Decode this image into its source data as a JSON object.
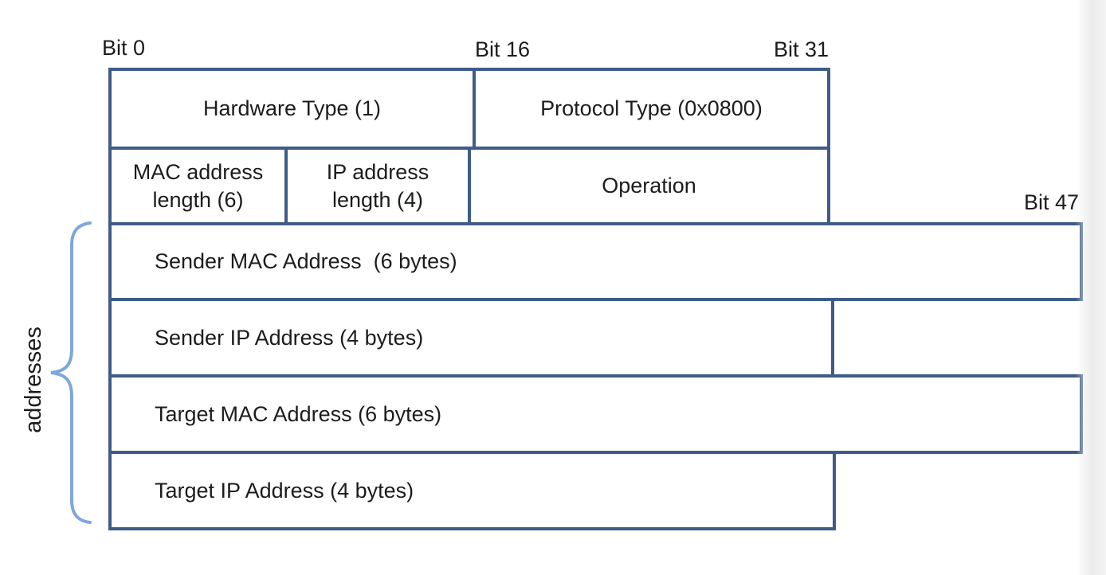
{
  "colors": {
    "border": "#3E5C87",
    "brace": "#7DA7DC",
    "text": "#1C1C1C",
    "edge": "#ECECEC"
  },
  "bit_labels": {
    "bit0": "Bit 0",
    "bit16": "Bit 16",
    "bit31": "Bit 31",
    "bit47": "Bit 47"
  },
  "fields": {
    "hardware_type": "Hardware Type (1)",
    "protocol_type": "Protocol Type (0x0800)",
    "mac_length": "MAC address\nlength (6)",
    "ip_length": "IP address\nlength (4)",
    "operation": "Operation",
    "sender_mac": "Sender MAC Address  (6 bytes)",
    "sender_ip": "Sender IP Address (4 bytes)",
    "target_mac": "Target MAC Address (6 bytes)",
    "target_ip": "Target IP Address (4 bytes)"
  },
  "side_label": "addresses"
}
